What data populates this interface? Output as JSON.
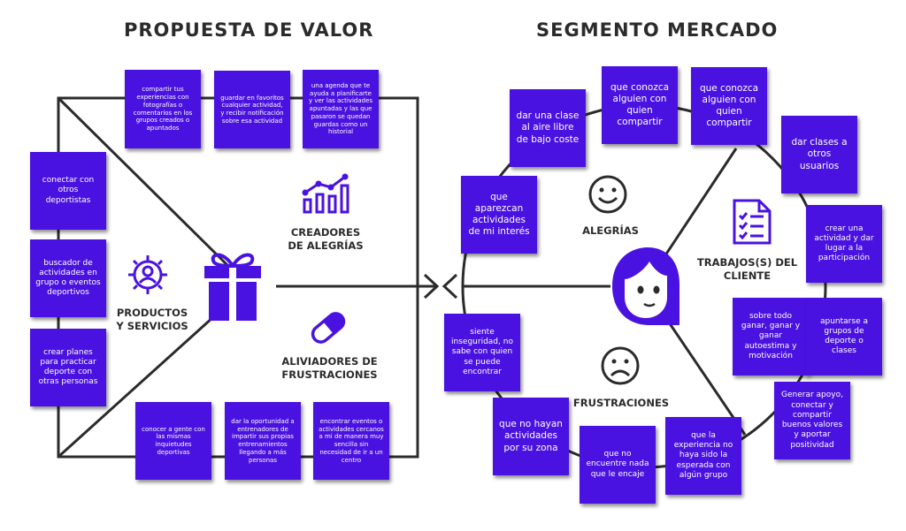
{
  "titles": {
    "left": "PROPUESTA DE VALOR",
    "right": "SEGMENTO MERCADO"
  },
  "colors": {
    "note": "#4a12e0",
    "line": "#2b2b2b",
    "text": "#2b2b2b"
  },
  "labels": {
    "creadores": "CREADORES\nDE ALEGRÍAS",
    "productos": "PRODUCTOS\nY SERVICIOS",
    "aliviadores": "ALIVIADORES DE\nFRUSTRACIONES",
    "alegrias": "ALEGRÍAS",
    "trabajos": "TRABAJOS(S) DEL\nCLIENTE",
    "frustraciones": "FRUSTRACIONES"
  },
  "icons": [
    "bar-chart-growth-icon",
    "gear-person-icon",
    "gift-icon",
    "pill-icon",
    "happy-face-icon",
    "checklist-icon",
    "customer-head-icon",
    "sad-face-icon"
  ],
  "notes": {
    "left_top": [
      "compartir tus experiencias con fotografías o comentarios en los grupos creados o apuntados",
      "guardar en favoritos cualquier actividad, y recibir notificación sobre esa actividad",
      "una agenda que te ayuda a planificarte y ver las actividades apuntadas y las que pasaron se quedan guardas como un historial"
    ],
    "left_side": [
      "conectar con otros deportistas",
      "buscador de actividades en grupo o eventos deportivos",
      "crear planes para practicar deporte con otras personas"
    ],
    "left_bottom": [
      "conocer a gente con las mismas inquietudes deportivas",
      "dar la oportunidad a entrenadores de impartir sus propias entrenamientos llegando a más personas",
      "encontrar eventos o actividades cercanos a mi de manera muy sencilla sin necesidad de ir a un centro"
    ],
    "gains": [
      "que aparezcan actividades de mi interés",
      "dar una clase al aire libre de bajo coste",
      "que conozca alguien con quien compartir",
      "que conozca alguien con quien compartir",
      "dar clases a otros usuarios"
    ],
    "jobs": [
      "crear una actividad y dar lugar a la participación",
      "sobre todo ganar, ganar y ganar autoestima y motivación",
      "apuntarse a grupos de deporte o clases",
      "Generar apoyo, conectar y compartir buenos valores y aportar positividad"
    ],
    "pains": [
      "siente inseguridad, no sabe con quien se puede encontrar",
      "que no hayan actividades por su zona",
      "que no encuentre nada que le encaje",
      "que la experiencia no haya sido la esperada con algún grupo"
    ]
  }
}
